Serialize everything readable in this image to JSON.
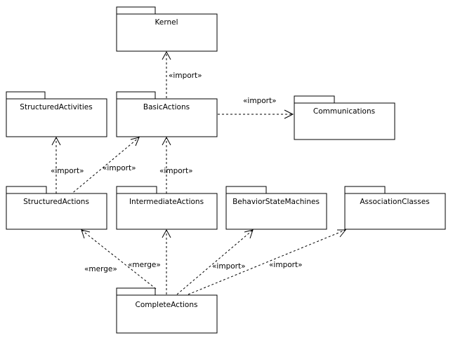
{
  "packages": {
    "kernel": "Kernel",
    "basic_actions": "BasicActions",
    "structured_activities": "StructuredActivities",
    "communications": "Communications",
    "structured_actions": "StructuredActions",
    "intermediate_actions": "IntermediateActions",
    "behavior_state_machines": "BehaviorStateMachines",
    "association_classes": "AssociationClasses",
    "complete_actions": "CompleteActions"
  },
  "dependencies": {
    "basic_to_kernel": "«import»",
    "basic_to_communications": "«import»",
    "structured_to_structured_activities": "«import»",
    "structured_to_basic": "«import»",
    "intermediate_to_basic": "«import»",
    "complete_to_structured": "«merge»",
    "complete_to_intermediate": "«merge»",
    "complete_to_behavior_state_machines": "«import»",
    "complete_to_association_classes": "«import»"
  }
}
